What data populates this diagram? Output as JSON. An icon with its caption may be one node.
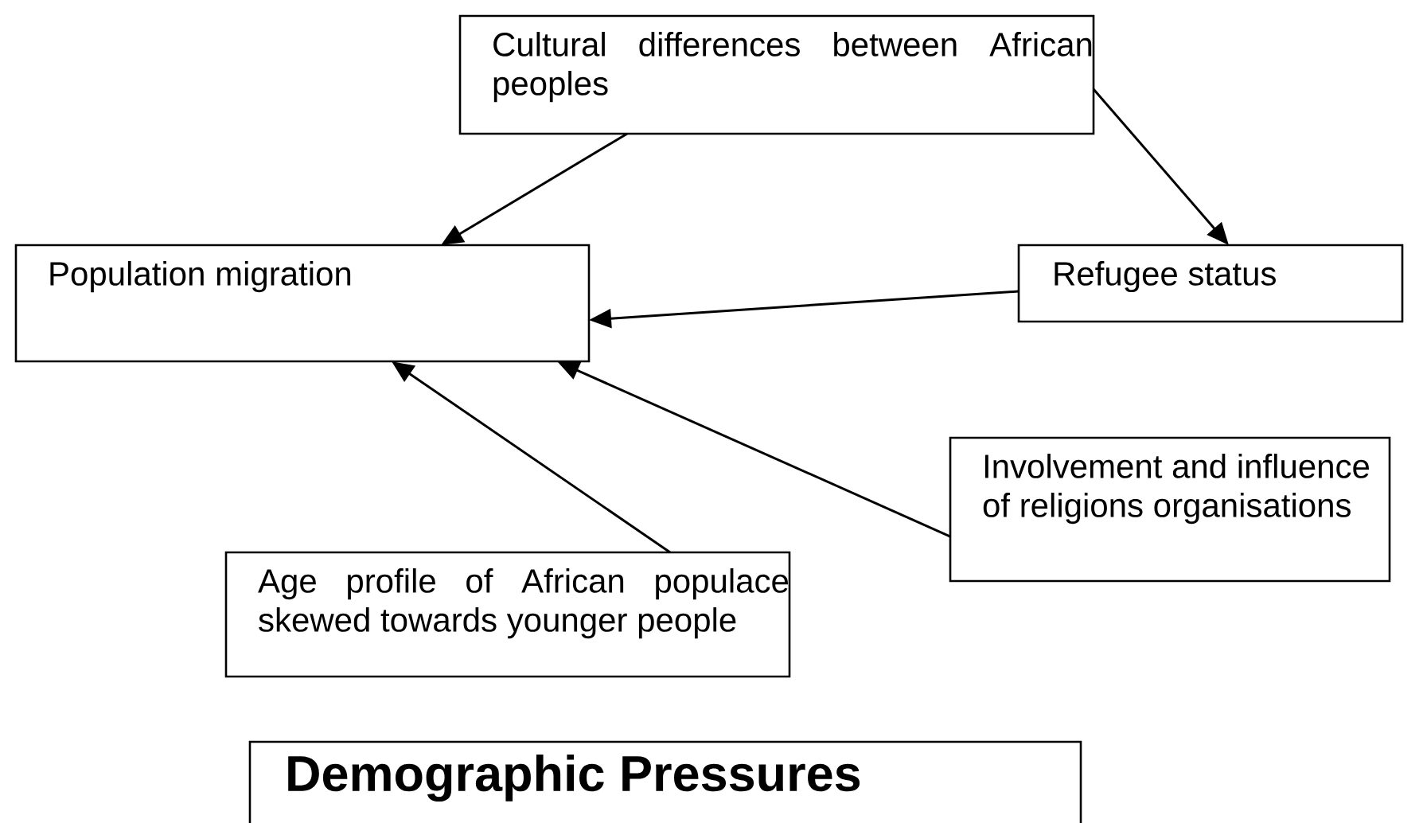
{
  "diagram": {
    "nodes": [
      {
        "text": [
          "Cultural differences between African peoples"
        ]
      },
      {
        "text": [
          "Population migration"
        ]
      },
      {
        "text": [
          "Refugee status"
        ]
      },
      {
        "text": [
          "Involvement and influence of religions organisations"
        ]
      },
      {
        "text": [
          "Age profile of African populace skewed towards younger people"
        ]
      },
      {
        "text": [
          "Demographic Pressures"
        ]
      }
    ],
    "edges": [
      {
        "from": 0,
        "to": 1,
        "arrow": "to"
      },
      {
        "from": 0,
        "to": 2,
        "arrow": "to"
      },
      {
        "from": 2,
        "to": 1,
        "arrow": "to"
      },
      {
        "from": 4,
        "to": 1,
        "arrow": "to"
      },
      {
        "from": 3,
        "to": 1,
        "arrow": "to"
      }
    ]
  }
}
